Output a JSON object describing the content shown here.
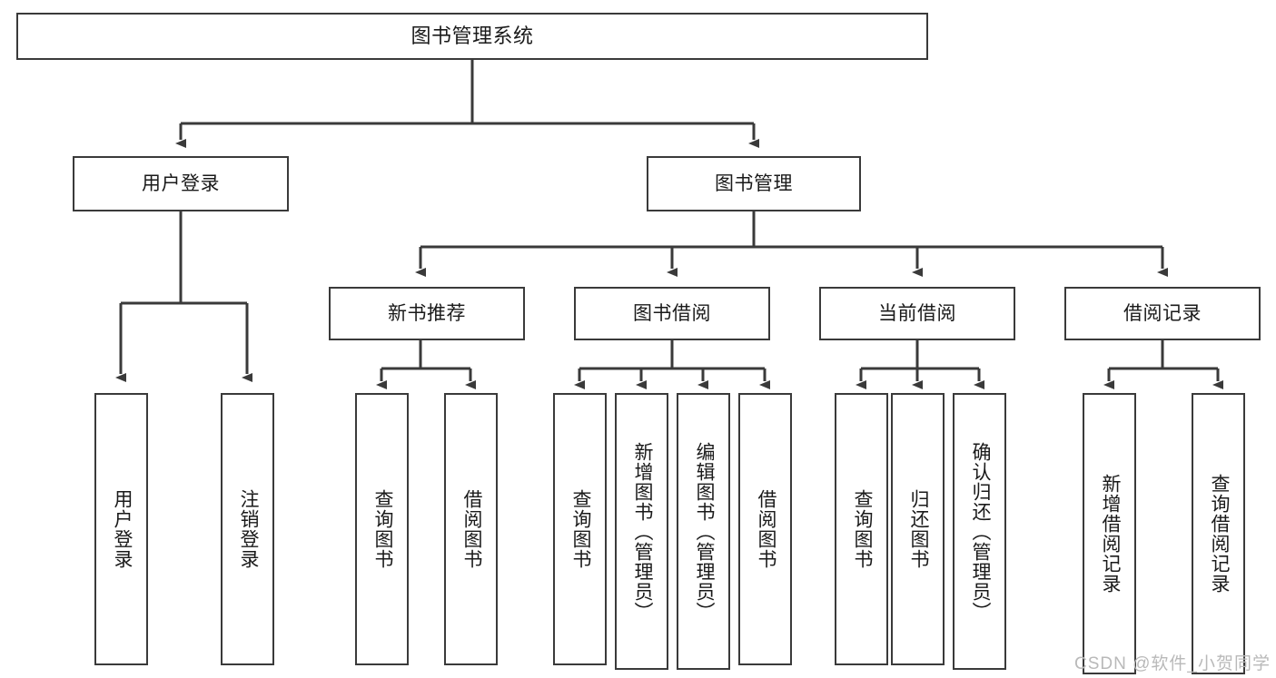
{
  "diagram": {
    "title": "图书管理系统",
    "type": "tree-hierarchy",
    "stroke_color": "#3a3a3a",
    "background_color": "#ffffff",
    "root": {
      "id": "root",
      "label": "图书管理系统",
      "orientation": "horizontal"
    },
    "level2": [
      {
        "id": "user-login",
        "label": "用户登录",
        "orientation": "horizontal"
      },
      {
        "id": "book-management",
        "label": "图书管理",
        "orientation": "horizontal"
      }
    ],
    "level3": [
      {
        "id": "new-book-recommend",
        "label": "新书推荐",
        "orientation": "horizontal"
      },
      {
        "id": "book-borrow",
        "label": "图书借阅",
        "orientation": "horizontal"
      },
      {
        "id": "current-borrow",
        "label": "当前借阅",
        "orientation": "horizontal"
      },
      {
        "id": "borrow-record",
        "label": "借阅记录",
        "orientation": "horizontal"
      }
    ],
    "leaves": [
      {
        "id": "leaf-user-login",
        "label": "用户登录",
        "parent": "user-login",
        "orientation": "vertical"
      },
      {
        "id": "leaf-logout-login",
        "label": "注销登录",
        "parent": "user-login",
        "orientation": "vertical"
      },
      {
        "id": "leaf-query-book-1",
        "label": "查询图书",
        "parent": "new-book-recommend",
        "orientation": "vertical"
      },
      {
        "id": "leaf-borrow-book-1",
        "label": "借阅图书",
        "parent": "new-book-recommend",
        "orientation": "vertical"
      },
      {
        "id": "leaf-query-book-2",
        "label": "查询图书",
        "parent": "book-borrow",
        "orientation": "vertical"
      },
      {
        "id": "leaf-add-book",
        "label": "新增图书（管理员）",
        "parent": "book-borrow",
        "orientation": "vertical"
      },
      {
        "id": "leaf-edit-book",
        "label": "编辑图书（管理员）",
        "parent": "book-borrow",
        "orientation": "vertical"
      },
      {
        "id": "leaf-borrow-book-2",
        "label": "借阅图书",
        "parent": "book-borrow",
        "orientation": "vertical"
      },
      {
        "id": "leaf-query-book-3",
        "label": "查询图书",
        "parent": "current-borrow",
        "orientation": "vertical"
      },
      {
        "id": "leaf-return-book",
        "label": "归还图书",
        "parent": "current-borrow",
        "orientation": "vertical"
      },
      {
        "id": "leaf-confirm-return",
        "label": "确认归还（管理员）",
        "parent": "current-borrow",
        "orientation": "vertical"
      },
      {
        "id": "leaf-add-record",
        "label": "新增借阅记录",
        "parent": "borrow-record",
        "orientation": "vertical"
      },
      {
        "id": "leaf-query-record",
        "label": "查询借阅记录",
        "parent": "borrow-record",
        "orientation": "vertical"
      }
    ]
  },
  "watermark": {
    "text": "CSDN @软件_小贺同学"
  }
}
